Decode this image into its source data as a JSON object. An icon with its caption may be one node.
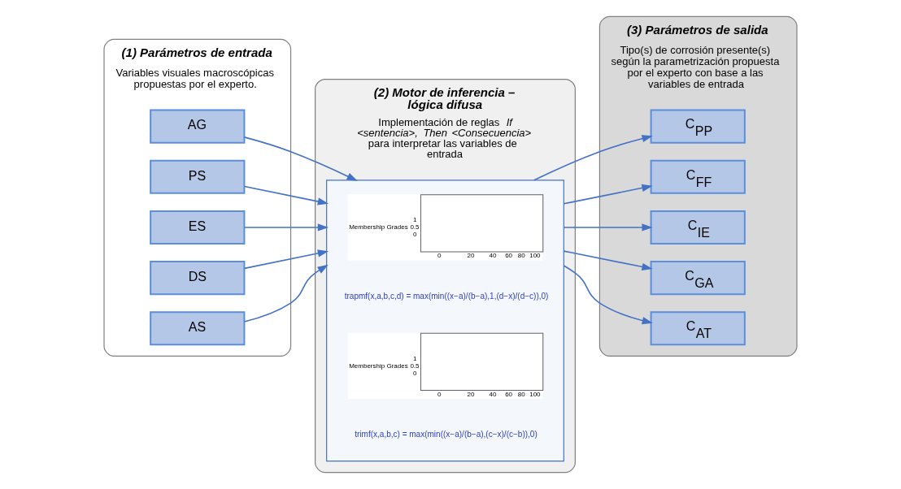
{
  "diagram": {
    "nodes": [
      {
        "text": [
          "(1) Parámetros de entrada",
          "Variables visuales macroscópicas propuestas por el experto."
        ]
      },
      {
        "text": [
          "AG"
        ],
        "in": 0
      },
      {
        "text": [
          "PS"
        ],
        "in": 0
      },
      {
        "text": [
          "ES"
        ],
        "in": 0
      },
      {
        "text": [
          "DS"
        ],
        "in": 0
      },
      {
        "text": [
          "AS"
        ],
        "in": 0
      },
      {
        "text": [
          "(2) Motor de inferencia – lógica difusa",
          "Implementación de reglas *If <sentencia>, Then <Consecuencia>* para interpretar las variables de entrada"
        ]
      },
      {
        "text": [],
        "shape": "box",
        "in": 6
      },
      {
        "text": [
          "Membership Grades",
          "1",
          "0.5",
          "0",
          "0",
          "20",
          "40",
          "60",
          "80",
          "100"
        ],
        "in": 7
      },
      {
        "text": [
          "trapmf(x,a,b,c,d) = max(min((x−a)/(b−a),1,(d−x)/(d−c)),0)"
        ],
        "in": 7
      },
      {
        "text": [
          "Membership Grades",
          "1",
          "0.5",
          "0",
          "0",
          "20",
          "40",
          "60",
          "80",
          "100"
        ],
        "in": 7
      },
      {
        "text": [
          "trimf(x,a,b,c) = max(min((x−a)/(b−a),(c−x)/(c−b)),0)"
        ],
        "in": 7
      },
      {
        "text": [
          "(3) Parámetros de salida",
          "Tipo(s) de corrosión presente(s) según la parametrización propuesta por el experto con base a las variables de entrada"
        ]
      },
      {
        "text": [
          "C$_{PP}$"
        ],
        "in": 12
      },
      {
        "text": [
          "C$_{FF}$"
        ],
        "in": 12
      },
      {
        "text": [
          "C$_{IE}$"
        ],
        "in": 12
      },
      {
        "text": [
          "C$_{GA}$"
        ],
        "in": 12
      },
      {
        "text": [
          "C$_{AT}$"
        ],
        "in": 12
      }
    ],
    "edges": [
      {
        "from": 1,
        "to": 7,
        "arrow": "to"
      },
      {
        "from": 2,
        "to": 7,
        "arrow": "to"
      },
      {
        "from": 3,
        "to": 7,
        "arrow": "to"
      },
      {
        "from": 4,
        "to": 7,
        "arrow": "to"
      },
      {
        "from": 5,
        "to": 7,
        "arrow": "to"
      },
      {
        "from": 7,
        "to": 13,
        "arrow": "to"
      },
      {
        "from": 7,
        "to": 14,
        "arrow": "to"
      },
      {
        "from": 7,
        "to": 15,
        "arrow": "to"
      },
      {
        "from": 7,
        "to": 16,
        "arrow": "to"
      },
      {
        "from": 7,
        "to": 17,
        "arrow": "to"
      }
    ]
  }
}
